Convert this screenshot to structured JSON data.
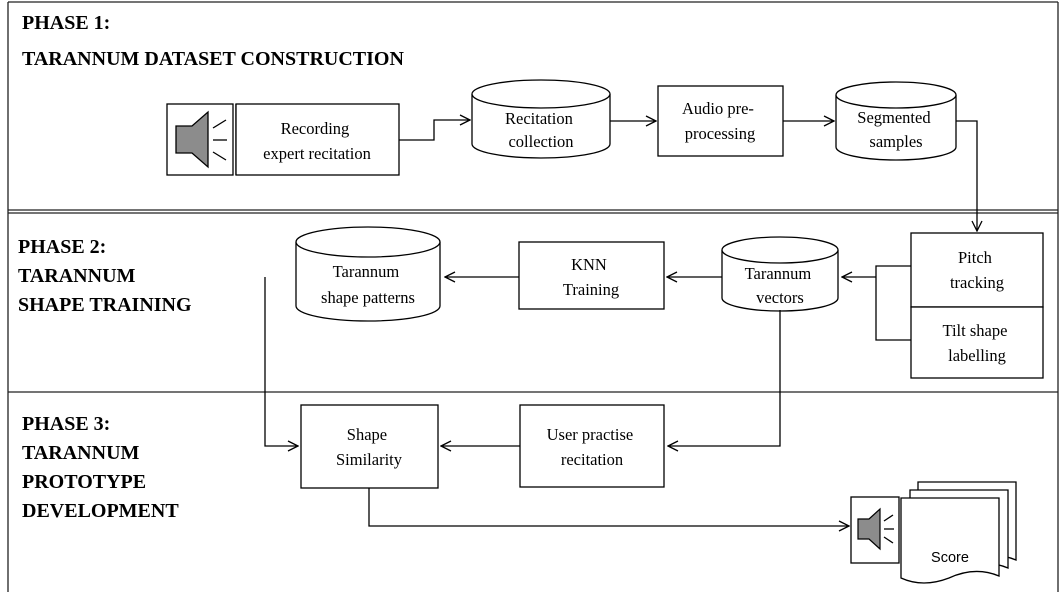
{
  "phases": [
    {
      "lines": [
        "PHASE 1:",
        "TARANNUM DATASET CONSTRUCTION"
      ]
    },
    {
      "lines": [
        "PHASE 2:",
        "TARANNUM",
        "SHAPE TRAINING"
      ]
    },
    {
      "lines": [
        "PHASE 3:",
        "TARANNUM",
        "PROTOTYPE",
        "DEVELOPMENT"
      ]
    }
  ],
  "nodes": {
    "recording": {
      "lines": [
        "Recording",
        "expert recitation"
      ]
    },
    "recitation_collection": {
      "lines": [
        "Recitation",
        "collection"
      ]
    },
    "audio_preprocessing": {
      "lines": [
        "Audio pre-",
        "processing"
      ]
    },
    "segmented_samples": {
      "lines": [
        "Segmented",
        "samples"
      ]
    },
    "pitch_tracking": {
      "lines": [
        "Pitch",
        "tracking"
      ]
    },
    "tilt_shape_labelling": {
      "lines": [
        "Tilt shape",
        "labelling"
      ]
    },
    "tarannum_vectors": {
      "lines": [
        "Tarannum",
        "vectors"
      ]
    },
    "knn_training": {
      "lines": [
        "KNN",
        "Training"
      ]
    },
    "tarannum_shape_patterns": {
      "lines": [
        "Tarannum",
        "shape patterns"
      ]
    },
    "shape_similarity": {
      "lines": [
        "Shape",
        "Similarity"
      ]
    },
    "user_practise_recitation": {
      "lines": [
        "User practise",
        "recitation"
      ]
    },
    "score": {
      "label": "Score"
    }
  },
  "icons": [
    "speaker-icon",
    "score-document-icon"
  ],
  "colors": {
    "stroke": "#000000",
    "speaker_fill": "#8c8c8c",
    "background": "#ffffff"
  }
}
